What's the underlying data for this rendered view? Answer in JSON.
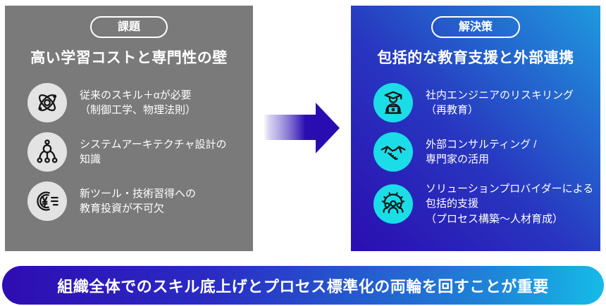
{
  "left_panel": {
    "badge": "課題",
    "title": "高い学習コストと専門性の壁",
    "items": [
      {
        "icon": "atom-icon",
        "text": "従来のスキル＋αが必要\n（制御工学、物理法則）"
      },
      {
        "icon": "hierarchy-icon",
        "text": "システムアーキテクチャ設計の\n知識"
      },
      {
        "icon": "yen-investment-icon",
        "text": "新ツール・技術習得への\n教育投資が不可欠"
      }
    ]
  },
  "right_panel": {
    "badge": "解決策",
    "title": "包括的な教育支援と外部連携",
    "items": [
      {
        "icon": "reskilling-graduate-icon",
        "text": "社内エンジニアのリスキリング\n（再教育）"
      },
      {
        "icon": "handshake-icon",
        "text": "外部コンサルティング /\n専門家の活用"
      },
      {
        "icon": "gear-people-icon",
        "text": "ソリューションプロバイダーによる\n包括的支援\n（プロセス構築〜人材育成）"
      }
    ]
  },
  "banner": {
    "text": "組織全体でのスキル底上げとプロセス標準化の両輪を回すことが重要"
  },
  "colors": {
    "gray_panel": "#7a7a7a",
    "blue_panel_gradient_start": "#1f9ade",
    "blue_panel_gradient_end": "#2b0db0",
    "icon_circle_gray": "#e3e3e3",
    "icon_circle_cyan": "#1adde8",
    "arrow_indigo": "#2a0db0",
    "banner_gradient_left": "#2e0cb2",
    "banner_gradient_right": "#15bce8",
    "text_white": "#ffffff"
  }
}
